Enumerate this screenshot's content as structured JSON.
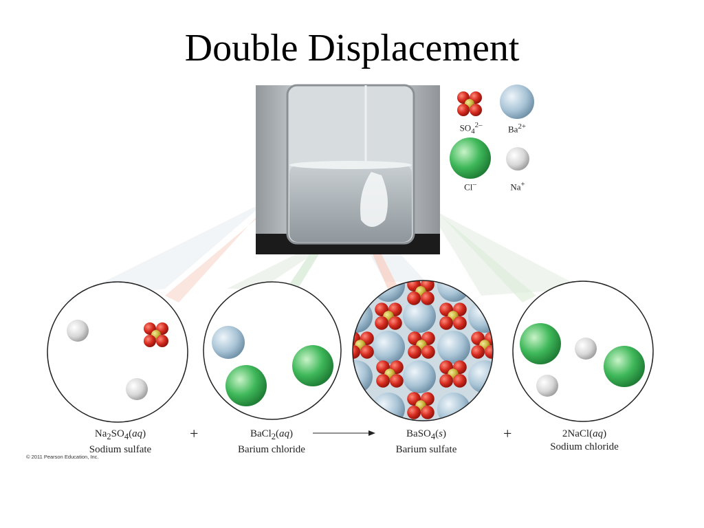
{
  "slide": {
    "title": "Double Displacement"
  },
  "key": {
    "sulfate": {
      "base": "SO",
      "sub": "4",
      "sup": "2–"
    },
    "barium": {
      "base": "Ba",
      "sup": "2+"
    },
    "chloride": {
      "base": "Cl",
      "sup": "–"
    },
    "sodium": {
      "base": "Na",
      "sup": "+"
    }
  },
  "equation": {
    "reactant1": {
      "formula_a": "Na",
      "sub_a": "2",
      "formula_b": "SO",
      "sub_b": "4",
      "state": "aq",
      "name": "Sodium sulfate"
    },
    "plus1": "+",
    "reactant2": {
      "formula_a": "BaCl",
      "sub_a": "2",
      "state": "aq",
      "name": "Barium chloride"
    },
    "product1": {
      "formula_a": "BaSO",
      "sub_a": "4",
      "state": "s",
      "name": "Barium sulfate"
    },
    "plus2": "+",
    "product2": {
      "formula_a": "2NaCl",
      "state": "aq",
      "name": "Sodium chloride"
    }
  },
  "colors": {
    "sulfate_red": "#d42a1e",
    "sulfur_yellow": "#c9b43a",
    "barium_blue": "#a9c4d6",
    "chloride_green": "#3fb85a",
    "sodium_gray": "#d6d6d6"
  },
  "copyright": "© 2011 Pearson Education, Inc."
}
